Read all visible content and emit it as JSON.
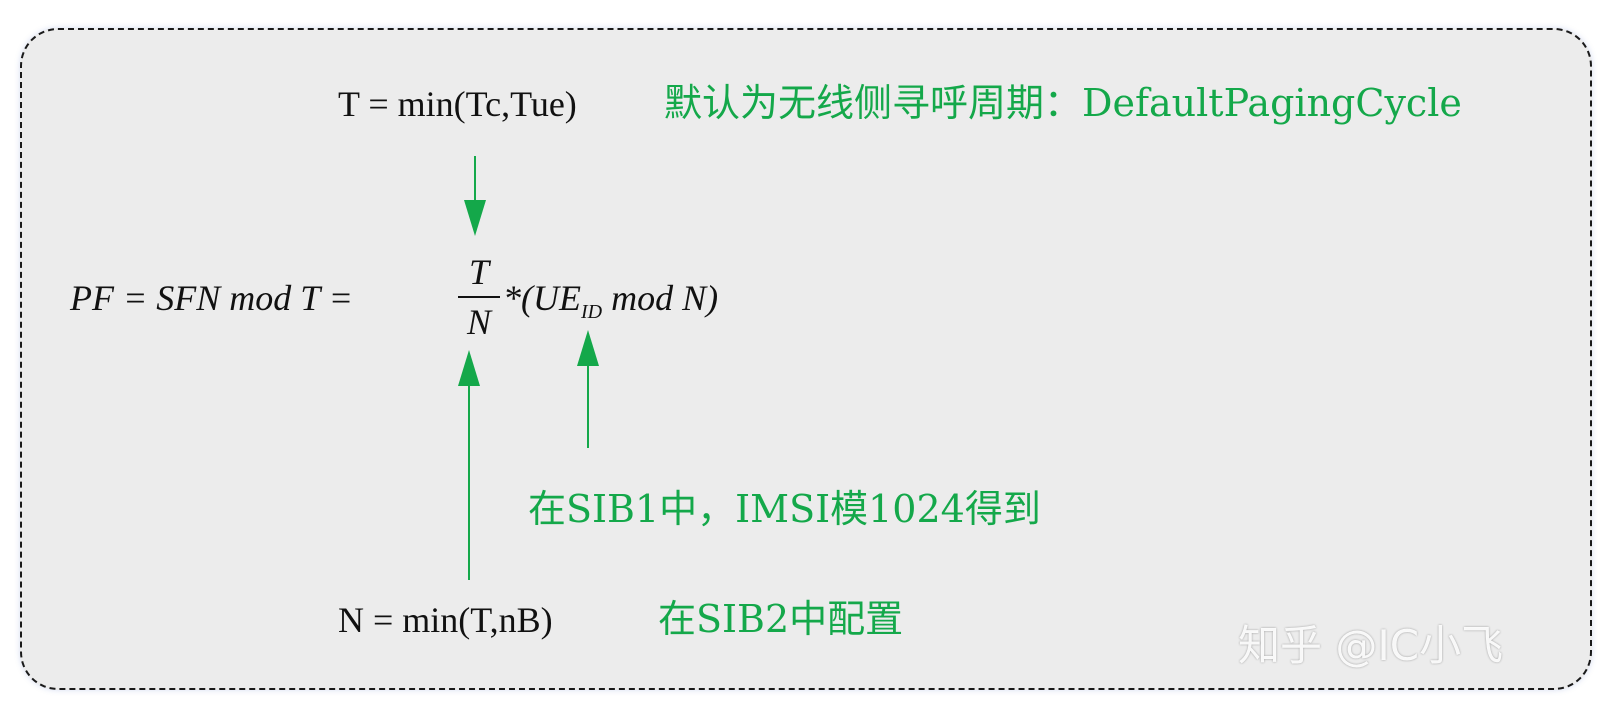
{
  "formulas": {
    "t_def": "T = min(Tc,Tue)",
    "pf_left": "PF = SFN mod T  =",
    "frac_num": "T",
    "frac_den": "N",
    "pf_right": "*(UE",
    "ue_sub": "ID",
    "pf_tail": " mod N)",
    "n_def": "N = min(T,nB)"
  },
  "notes": {
    "t_note": "默认为无线侧寻呼周期：DefaultPagingCycle",
    "ue_note": "在SIB1中，IMSI模1024得到",
    "n_note": "在SIB2中配置"
  },
  "watermark": "知乎 @IC小飞",
  "colors": {
    "note": "#14a84a",
    "arrow": "#14a84a",
    "text": "#111111",
    "panel": "#ececec"
  }
}
